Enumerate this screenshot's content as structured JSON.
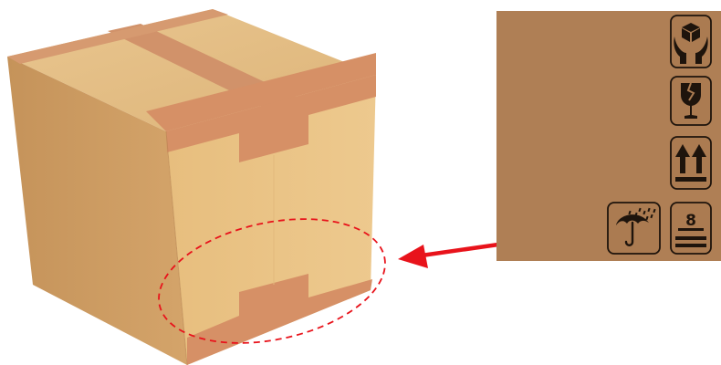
{
  "colors": {
    "box_top": "#E3BD83",
    "box_front": "#E9C27F",
    "box_side": "#C99A5E",
    "tape": "#D38E62",
    "tape_dark": "#B97A52",
    "panel": "#AF7F55",
    "symbol_border": "#2A1A0E",
    "symbol_fill": "#A9794F",
    "highlight": "#E8131B"
  },
  "symbols": [
    {
      "name": "fragile-hands",
      "icon": "hands-holding-box-icon"
    },
    {
      "name": "fragile-glass",
      "icon": "broken-glass-icon"
    },
    {
      "name": "this-way-up",
      "icon": "two-arrows-up-icon"
    },
    {
      "name": "keep-dry",
      "icon": "umbrella-rain-icon",
      "highlighted": true
    },
    {
      "name": "stacking-limit",
      "icon": "stack-limit-icon",
      "label": "8"
    }
  ]
}
